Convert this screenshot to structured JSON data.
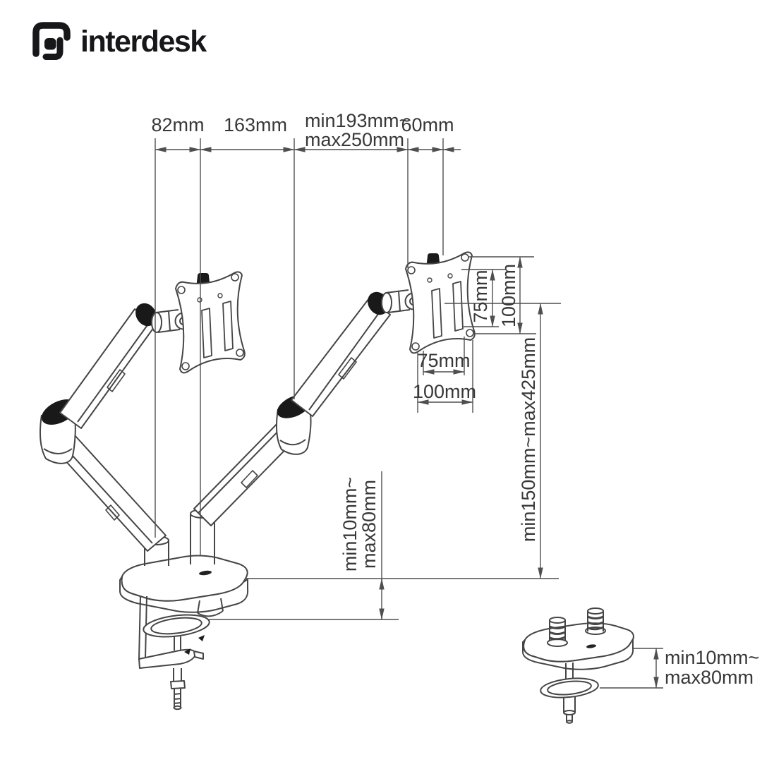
{
  "brand": {
    "name": "interdesk"
  },
  "colors": {
    "background": "#ffffff",
    "drawing_line": "#454545",
    "dimension_line": "#4f4f4f",
    "label_text": "#383838",
    "logo": "#17171a",
    "solid_fill": "#1a1a1a"
  },
  "dims": {
    "top_82": "82mm",
    "top_163": "163mm",
    "top_min193": "min193mm~",
    "top_max250": "max250mm",
    "top_60": "60mm",
    "vesa_v75": "75mm",
    "vesa_v100": "100mm",
    "vesa_h75": "75mm",
    "vesa_h100": "100mm",
    "height_range": "min150mm~max425mm",
    "clamp_min": "min10mm~",
    "clamp_max": "max80mm",
    "grommet_min": "min10mm~",
    "grommet_max": "max80mm"
  }
}
